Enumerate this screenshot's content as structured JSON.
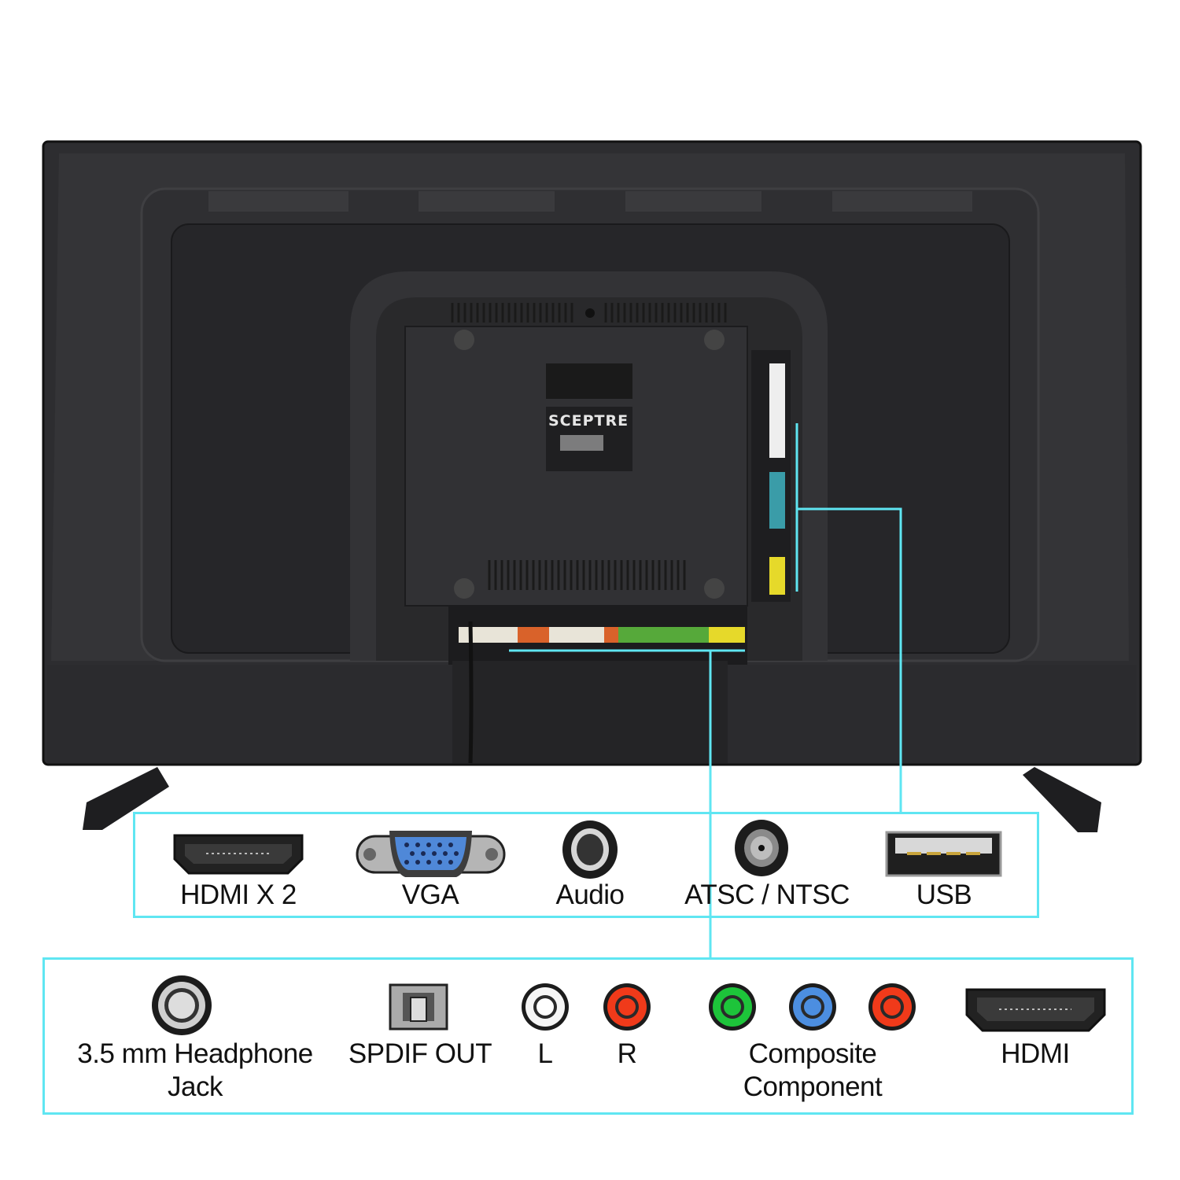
{
  "product": {
    "brand_logo": "SCEPTRE"
  },
  "colors": {
    "callout": "#5fe6f2",
    "body": "#2b2b2d",
    "panel": "#222224"
  },
  "top_ports": [
    {
      "label": "HDMI X 2",
      "icon": "hdmi-port-icon"
    },
    {
      "label": "VGA",
      "icon": "vga-port-icon"
    },
    {
      "label": "Audio",
      "icon": "audio-jack-icon"
    },
    {
      "label": "ATSC / NTSC",
      "icon": "coax-port-icon"
    },
    {
      "label": "USB",
      "icon": "usb-port-icon"
    }
  ],
  "bottom_ports": [
    {
      "label_line1": "3.5 mm Headphone",
      "label_line2": "Jack",
      "icon": "headphone-jack-icon"
    },
    {
      "label": "SPDIF OUT",
      "icon": "optical-port-icon"
    },
    {
      "label": "L",
      "icon": "rca-white-icon"
    },
    {
      "label": "R",
      "icon": "rca-red-icon"
    },
    {
      "label_line1": "Composite",
      "label_line2": "Component",
      "icon": "rca-component-icons"
    },
    {
      "label": "HDMI",
      "icon": "hdmi-port-icon"
    }
  ]
}
